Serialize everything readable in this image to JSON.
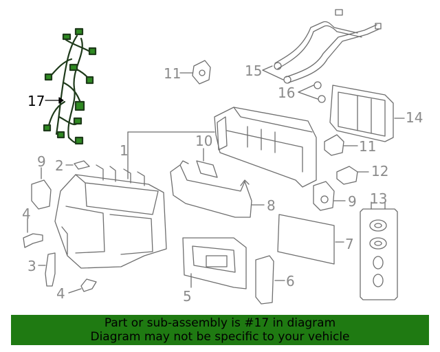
{
  "callouts": {
    "n1": "1",
    "n2": "2",
    "n3": "3",
    "n4a": "4",
    "n4b": "4",
    "n5": "5",
    "n6": "6",
    "n7": "7",
    "n8": "8",
    "n9a": "9",
    "n9b": "9",
    "n10": "10",
    "n11a": "11",
    "n11b": "11",
    "n12": "12",
    "n13": "13",
    "n14": "14",
    "n15": "15",
    "n16": "16",
    "n17": "17"
  },
  "highlight_color": "#1f7a12",
  "banner": {
    "line1": "Part or sub-assembly is #17 in diagram",
    "line2": "Diagram may not be specific to your vehicle"
  }
}
